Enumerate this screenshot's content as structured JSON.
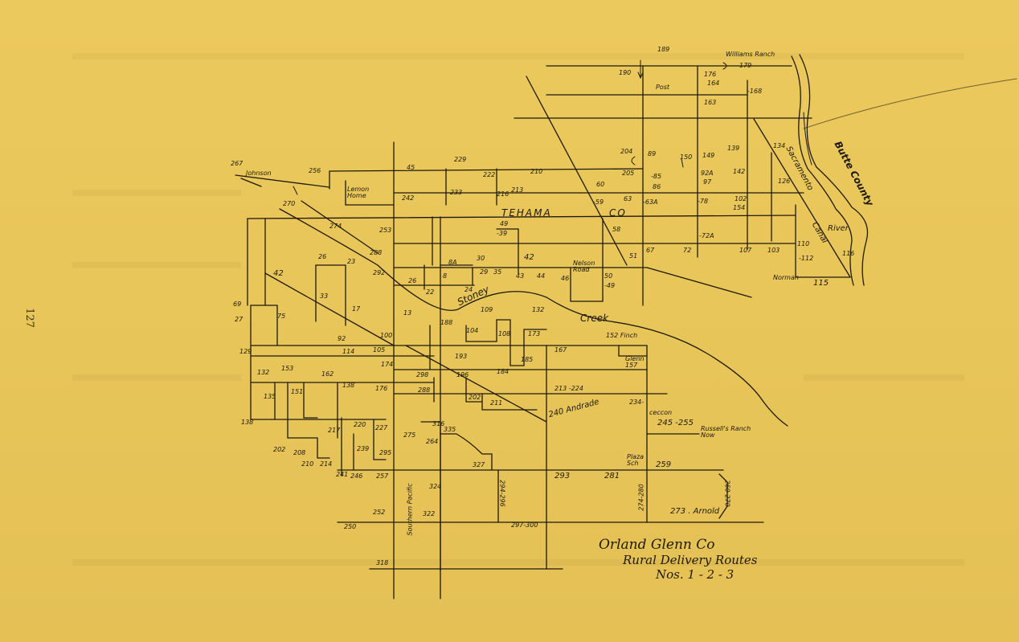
{
  "page_number": "127",
  "title": {
    "line1": "Orland Glenn Co",
    "line2": "Rural Delivery Routes",
    "line3": "Nos. 1 - 2 - 3"
  },
  "place_labels": {
    "tehama": "TEHAMA",
    "co": "CO",
    "stoney": "Stoney",
    "creek": "Creek",
    "butte_county": "Butte County",
    "sacramento": "Sacramento",
    "river": "River",
    "canal": "Canal",
    "johnson": "Johnson",
    "lemon_home": "Lemon Home",
    "post": "Post",
    "williams_ranch": "Williams Ranch",
    "nelson_road": "Nelson Road",
    "finch": "152 Finch",
    "glenn": "Glenn 157",
    "andrade": "240 Andrade",
    "ceccon": "ceccon",
    "russells_ranch": "Russell's Ranch Now",
    "plaza_sch": "Plaza Sch",
    "arnold": "273 . Arnold",
    "norman": "Norman",
    "southern_pacific": "Southern Pacific"
  },
  "route_numbers": {
    "n189": "189",
    "n190": "190",
    "n179": "179",
    "n176": "176",
    "n164": "164",
    "n168": "-168",
    "n163": "163",
    "n204": "204",
    "n89": "89",
    "n150": "150",
    "n149": "149",
    "n139": "139",
    "n134": "134",
    "n205": "205",
    "n85": "-85",
    "n86": "86",
    "n92a": "92A",
    "n97": "97",
    "n142": "142",
    "n126": "126",
    "n60": "60",
    "n59": "-59",
    "n63": "63",
    "n63a": "-63A",
    "n78": "-78",
    "n102": "102",
    "n154": "154",
    "n58": "58",
    "n72a": "-72A",
    "n110": "110",
    "n112": "-112",
    "n116": "116",
    "n51": "51",
    "n67": "67",
    "n72": "72",
    "n107": "107",
    "n103": "103",
    "n115": "115",
    "n267": "267",
    "n256": "256",
    "n45": "45",
    "n229": "229",
    "n222": "222",
    "n210top": "210",
    "n242": "242",
    "n233": "233",
    "n216": "216",
    "n213top": "213",
    "n270": "270",
    "n274": "274",
    "n253": "253",
    "n49": "49",
    "n39": "-39",
    "n26a": "26",
    "n23": "23",
    "n288top": "288",
    "n8a": "8A",
    "n30": "30",
    "n42b": "42",
    "n292": "292",
    "n26b": "26",
    "n8": "8",
    "n29": "29",
    "n35": "35",
    "n43": "43",
    "n44": "44",
    "n46": "46",
    "n50": "50",
    "n49b": "-49",
    "n42": "42",
    "n22": "22",
    "n24": "24",
    "n33": "33",
    "n17": "17",
    "n69": "69",
    "n27": "27",
    "n75": "75",
    "n13": "13",
    "n109": "109",
    "n132": "132",
    "n188": "188",
    "n104": "104",
    "n108": "108",
    "n173": "173",
    "n92": "92",
    "n100": "100",
    "n129": "129",
    "n114": "114",
    "n105": "105",
    "n193": "193",
    "n185": "185",
    "n167": "167",
    "n174": "174",
    "n132b": "132",
    "n153": "153",
    "n162": "162",
    "n298": "298",
    "n196": "196",
    "n184": "184",
    "n135": "135",
    "n151": "151",
    "n138": "138",
    "n176b": "176",
    "n288": "288",
    "n202b": "202",
    "n211": "211",
    "n213": "213 -224",
    "n234": "234-",
    "n138b": "138",
    "n217": "217",
    "n220": "220",
    "n227": "227",
    "n275": "275",
    "n316": "316",
    "n335": "335",
    "n245": "245 -255",
    "n202": "202",
    "n208": "208",
    "n239": "239",
    "n295": "295",
    "n264": "264",
    "n210": "210",
    "n214": "214",
    "n327": "327",
    "n241": "241",
    "n246": "246",
    "n257": "257",
    "n293": "293",
    "n281": "281",
    "n259": "259",
    "n324": "324",
    "n294": "294-296",
    "n274b": "274-280",
    "n260": "260-270",
    "n252": "252",
    "n322": "322",
    "n250": "250",
    "n297": "297-300",
    "n318": "318"
  }
}
